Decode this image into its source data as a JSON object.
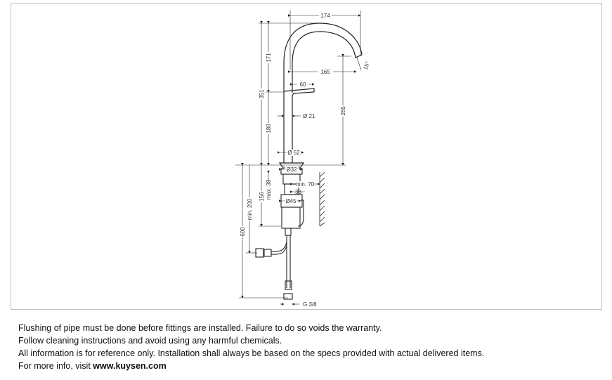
{
  "drawing": {
    "dimensions": {
      "spout_reach": "174",
      "spout_height": "171",
      "total_height": "351",
      "spout_projection": "165",
      "handle_length": "60",
      "stem_diameter": "Ø 21",
      "outlet_height": "265",
      "upper_body_height": "180",
      "base_diameter": "Ø 52",
      "shank_diameter": "Ø32",
      "max_deck_thickness": "max. 38",
      "body_length": "156",
      "min_wall_distance": "min. 70",
      "nut_width": "38",
      "body_diameter": "Ø45",
      "min_hose_length": "min. 200",
      "hose_length": "600",
      "connection_thread": "G 3/8",
      "spout_angle": "15°"
    }
  },
  "notes": {
    "line1": "Flushing of pipe must be done before fittings are installed. Failure to do so voids the warranty.",
    "line2": "Follow cleaning instructions and avoid using any harmful chemicals.",
    "line3": "All information is for reference only. Installation shall always be based on the specs provided with actual delivered items.",
    "line4_prefix": "For more info, visit ",
    "line4_url": "www.kuysen.com"
  }
}
